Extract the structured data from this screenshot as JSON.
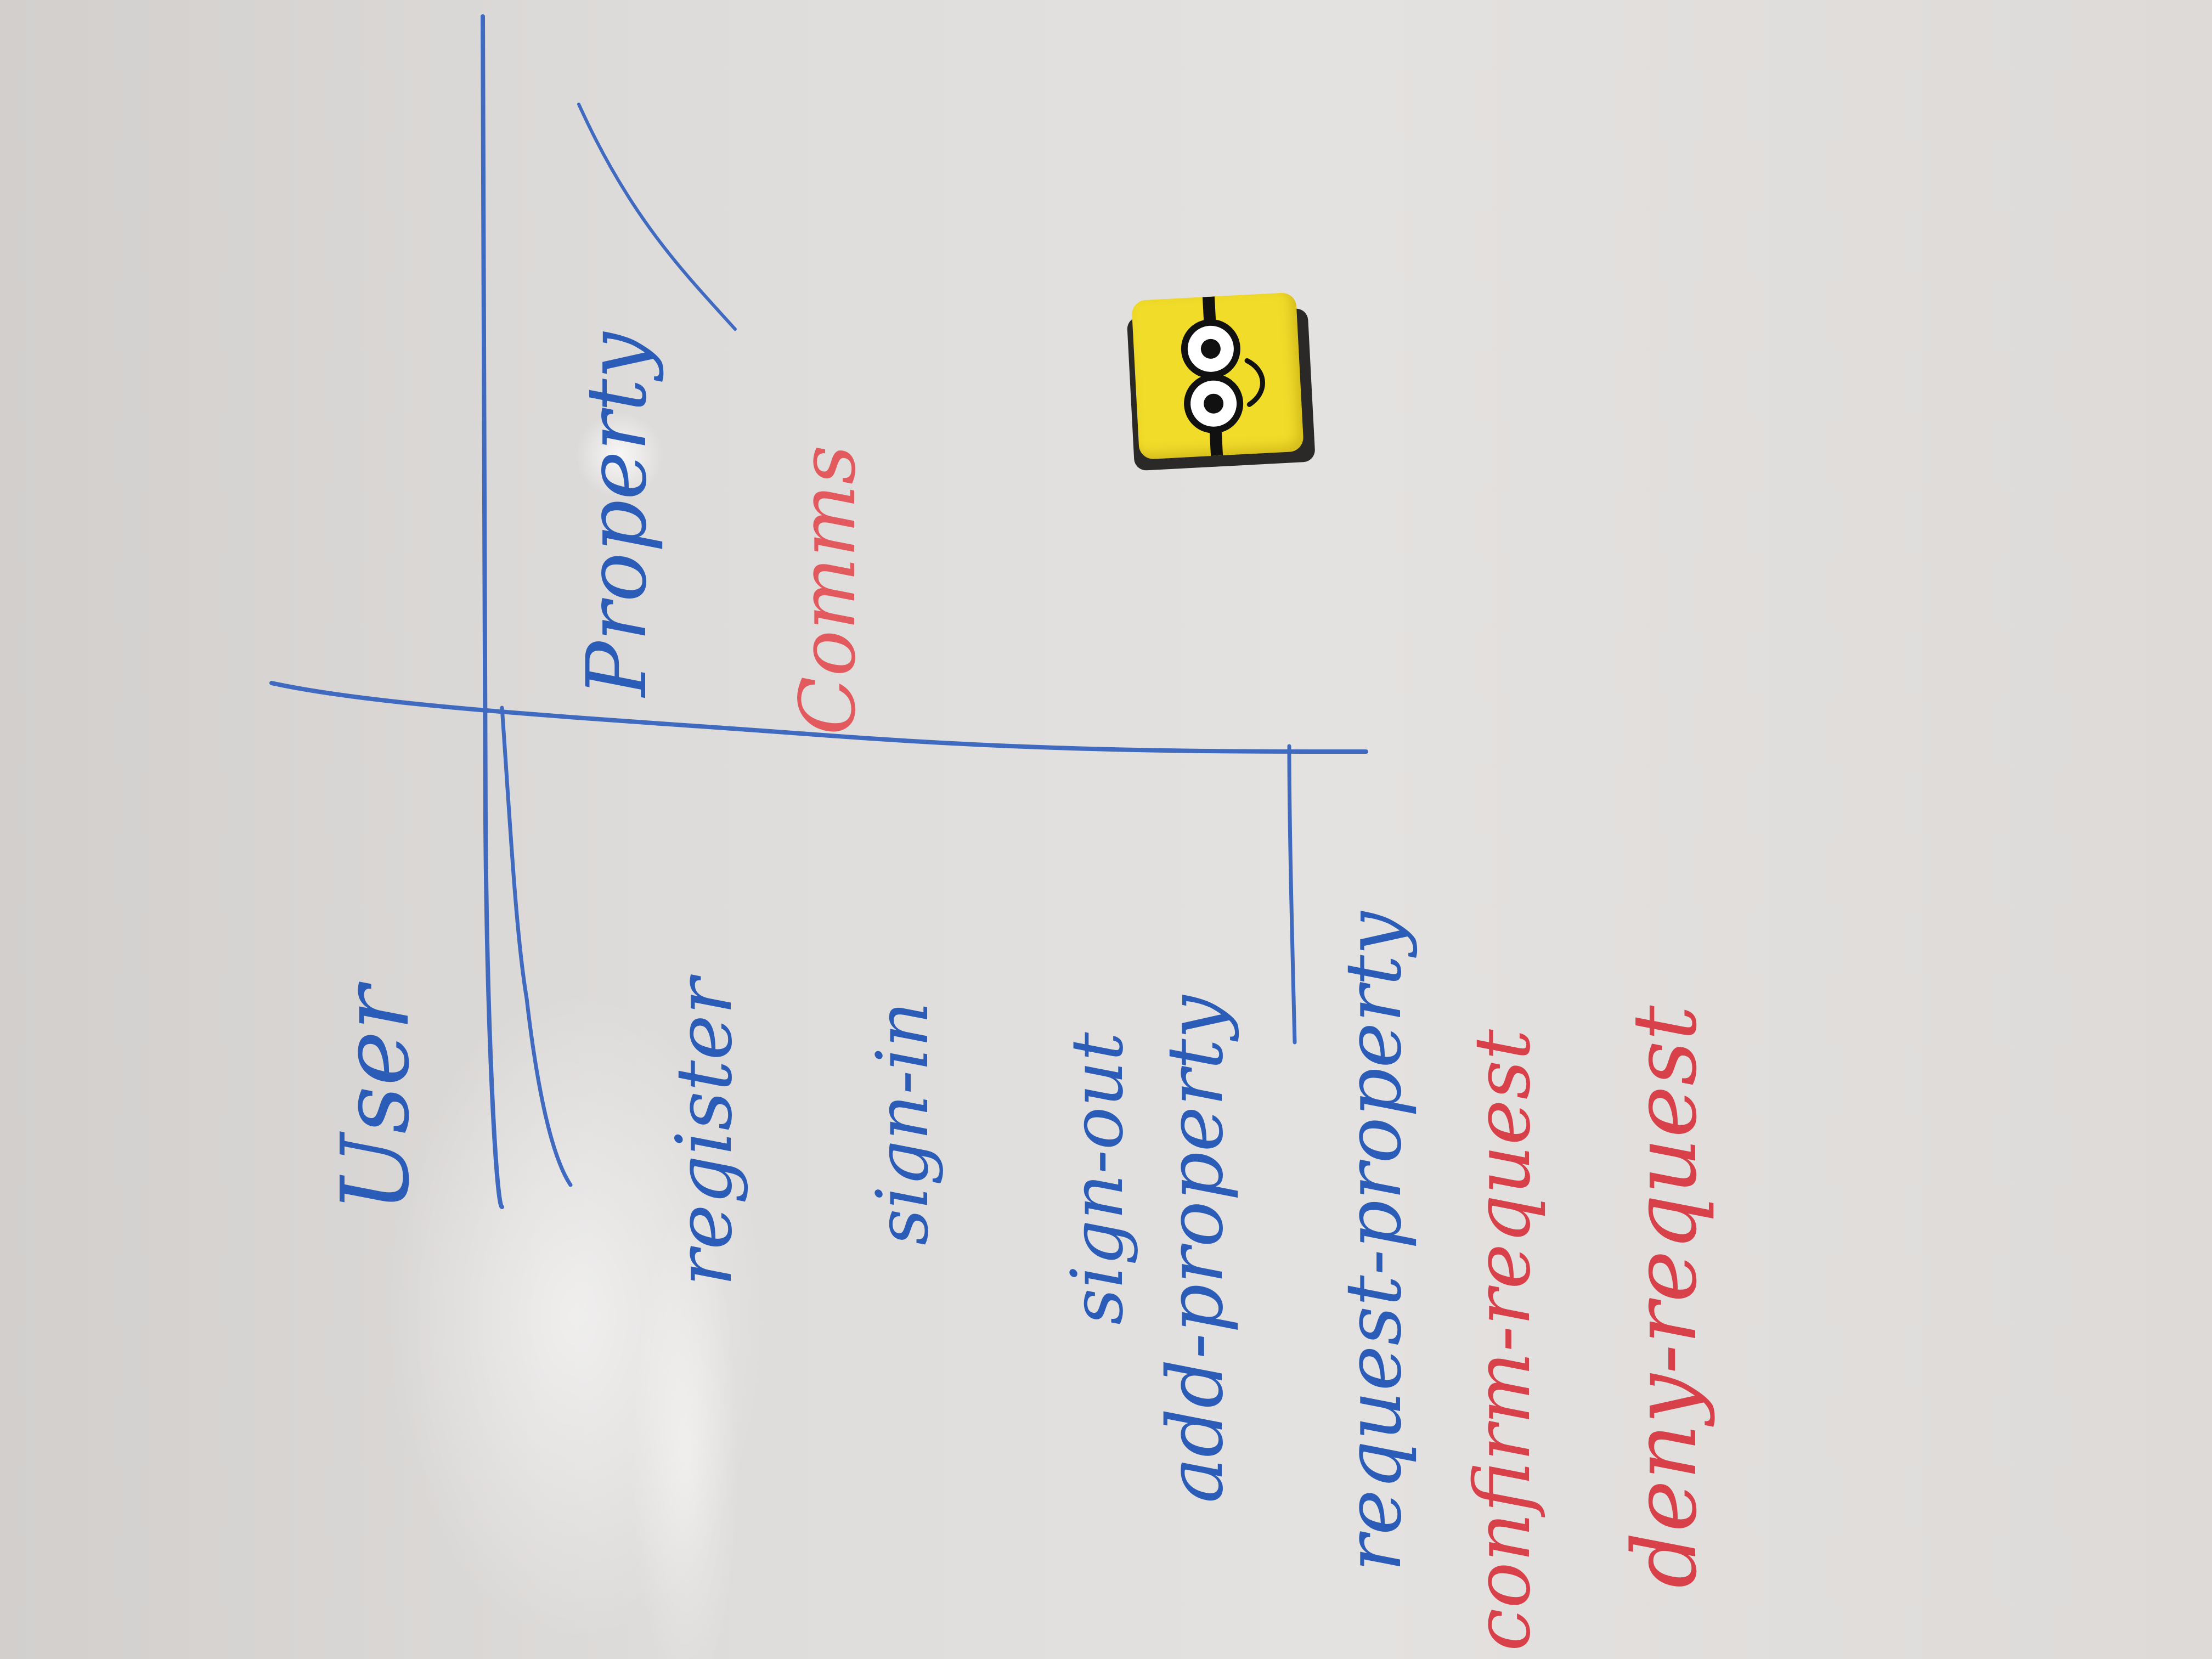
{
  "whiteboard": {
    "headings": {
      "user": "User",
      "property": "Property",
      "comms": "Comms"
    },
    "user_items": {
      "register": "register",
      "sign_in": "sign-in",
      "sign_out": "sign-out"
    },
    "property_items": {
      "add_property": "add-property",
      "request_property": "request-property"
    },
    "comms_items": {
      "confirm_request": "confirm-request",
      "deny_request": "deny-request"
    },
    "colors": {
      "board": "#dedcda",
      "blue_marker": "#2b5db8",
      "red_marker": "#d8404a",
      "eraser_yellow": "#f1dc2a",
      "eraser_base": "#2a2927"
    },
    "objects": {
      "eraser_icon": "minion-face-whiteboard-eraser"
    }
  }
}
